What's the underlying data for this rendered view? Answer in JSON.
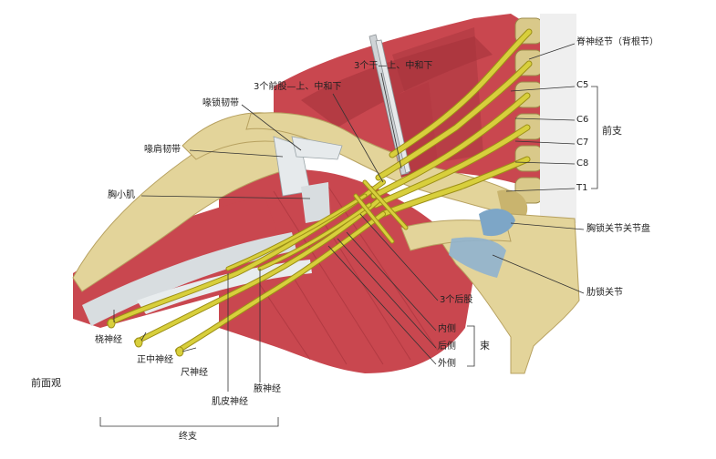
{
  "labels": {
    "spinal_ganglion": "脊神经节（背根节）",
    "c5": "C5",
    "c6": "C6",
    "c7": "C7",
    "c8": "C8",
    "t1": "T1",
    "anterior_rami": "前支",
    "divisions_anterior": "3个前股—上、中和下",
    "trunks": "3个干—上、中和下",
    "coracoclavicular_ligament": "喙锁韧带",
    "coracoacromial_ligament": "喙肩韧带",
    "pectoralis_minor": "胸小肌",
    "sternoclavicular_disc": "胸锁关节关节盘",
    "costoclavicular_joint": "肋锁关节",
    "posterior_divisions": "3个后股",
    "cord_medial": "内侧",
    "cord_posterior": "后侧",
    "cord_lateral": "外侧",
    "cords": "束",
    "radial_nerve": "桡神经",
    "median_nerve": "正中神经",
    "ulnar_nerve": "尺神经",
    "musculocutaneous_nerve": "肌皮神经",
    "axillary_nerve": "腋神经",
    "terminal_branches": "终支",
    "anterior_view": "前面观"
  },
  "colors": {
    "muscle": "#c9474f",
    "muscle_dark": "#9e2b34",
    "bone": "#e3d49a",
    "bone_shade": "#c9b46e",
    "nerve": "#d8cf3c",
    "nerve_edge": "#9c8f16",
    "ligament": "#d8dde0",
    "cartilage": "#8fb3cf",
    "leader": "#333333"
  }
}
